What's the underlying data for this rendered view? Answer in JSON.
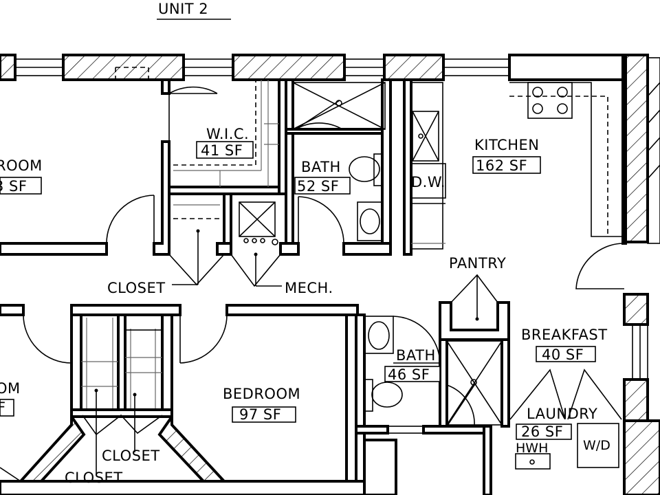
{
  "plan": {
    "unit_title": "UNIT 2",
    "rooms": {
      "partial_room_top": {
        "name": "ROOM",
        "area": "3 SF"
      },
      "partial_room_left": {
        "name": "OM",
        "area": "F"
      },
      "wic": {
        "name": "W.I.C.",
        "area": "41 SF"
      },
      "bath_top": {
        "name": "BATH",
        "area": "52 SF"
      },
      "kitchen": {
        "name": "KITCHEN",
        "area": "162 SF"
      },
      "dishwasher": {
        "name": "D.W."
      },
      "pantry": {
        "name": "PANTRY"
      },
      "closet_mid": {
        "name": "CLOSET"
      },
      "mech": {
        "name": "MECH."
      },
      "breakfast": {
        "name": "BREAKFAST",
        "area": "40 SF"
      },
      "bath_mid": {
        "name": "BATH",
        "area": "46 SF"
      },
      "bedroom": {
        "name": "BEDROOM",
        "area": "97 SF"
      },
      "laundry": {
        "name": "LAUNDRY",
        "area": "26 SF"
      },
      "hwh": {
        "name": "HWH"
      },
      "wd": {
        "name": "W/D"
      },
      "closet_low_a": {
        "name": "CLOSET"
      },
      "closet_low_b": {
        "name": "CLOSET"
      }
    }
  }
}
